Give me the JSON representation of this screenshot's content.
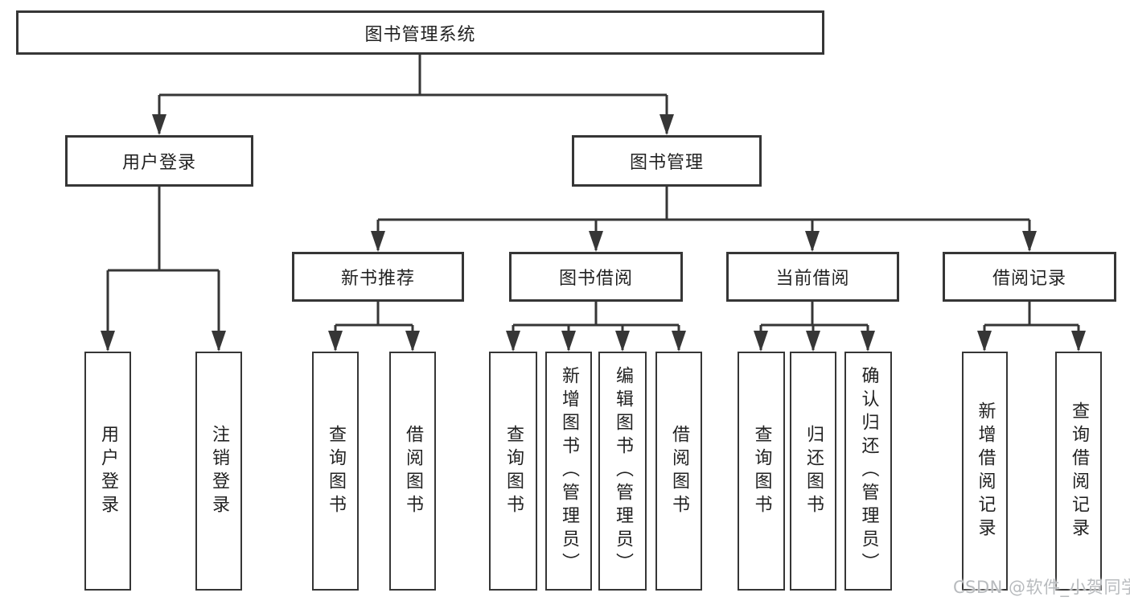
{
  "diagram": {
    "type": "hierarchy-tree",
    "orientation": "top-down",
    "watermark": "CSDN @软件_小贺同学",
    "colors": {
      "background": "#ffffff",
      "box_border": "#363636",
      "connector_line": "#363636",
      "text": "#222222",
      "watermark_text": "#b8bbbe"
    },
    "tree": {
      "label": "图书管理系统",
      "children": [
        {
          "label": "用户登录",
          "children": [
            {
              "label": "用户登录"
            },
            {
              "label": "注销登录"
            }
          ]
        },
        {
          "label": "图书管理",
          "children": [
            {
              "label": "新书推荐",
              "children": [
                {
                  "label": "查询图书"
                },
                {
                  "label": "借阅图书"
                }
              ]
            },
            {
              "label": "图书借阅",
              "children": [
                {
                  "label": "查询图书"
                },
                {
                  "label": "新增图书（管理员）"
                },
                {
                  "label": "编辑图书（管理员）"
                },
                {
                  "label": "借阅图书"
                }
              ]
            },
            {
              "label": "当前借阅",
              "children": [
                {
                  "label": "查询图书"
                },
                {
                  "label": "归还图书"
                },
                {
                  "label": "确认归还（管理员）"
                }
              ]
            },
            {
              "label": "借阅记录",
              "children": [
                {
                  "label": "新增借阅记录"
                },
                {
                  "label": "查询借阅记录"
                }
              ]
            }
          ]
        }
      ]
    }
  }
}
